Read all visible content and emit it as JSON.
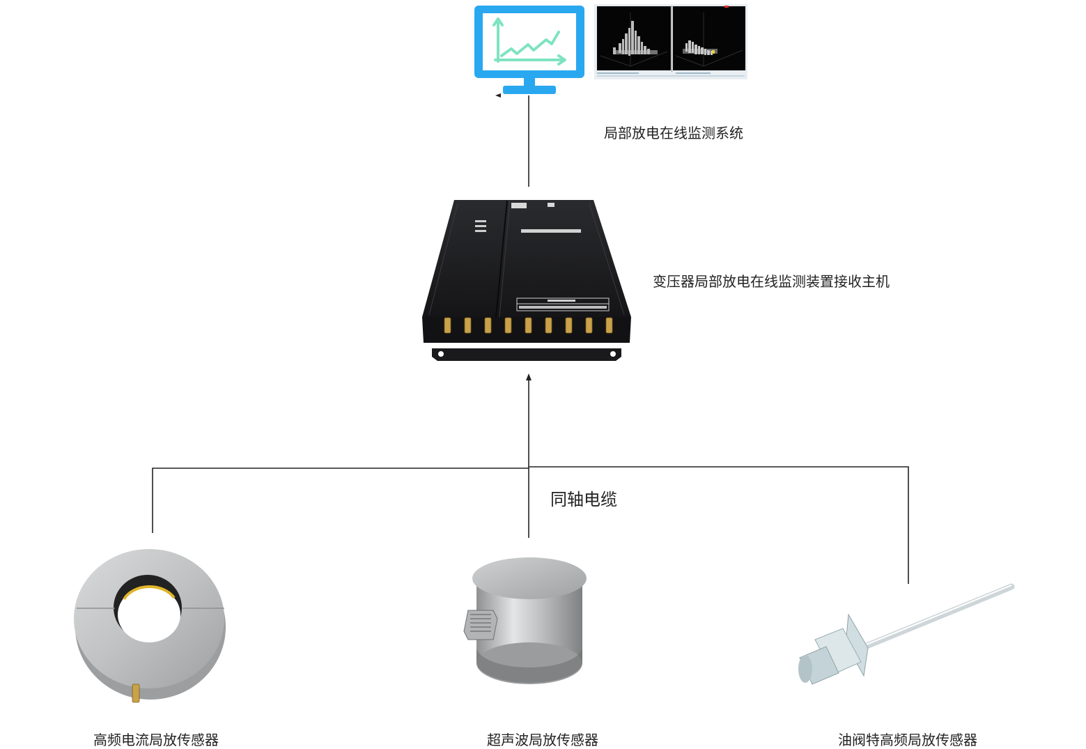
{
  "labels": {
    "monitoring_system": "局部放电在线监测系统",
    "receiver_host": "变压器局部放电在线监测装置接收主机",
    "coaxial_cable": "同轴电缆",
    "hfct_sensor": "高频电流局放传感器",
    "ultrasonic_sensor": "超声波局放传感器",
    "oil_valve_sensor": "油阀特高频局放传感器"
  },
  "icons": {
    "monitor": "monitor-chart-icon",
    "screenshot": "software-screenshot",
    "receiver": "receiver-device",
    "hfct": "hfct-ring-sensor",
    "ultrasonic": "ultrasonic-cylinder-sensor",
    "uhf": "oil-valve-uhf-probe"
  },
  "colors": {
    "monitor_blue": "#29a8f0",
    "chart_green": "#7fe3c0",
    "line": "#222222",
    "device_black": "#1b1b1d",
    "gold": "#c9a24a",
    "metal": "#c3c5c6"
  }
}
